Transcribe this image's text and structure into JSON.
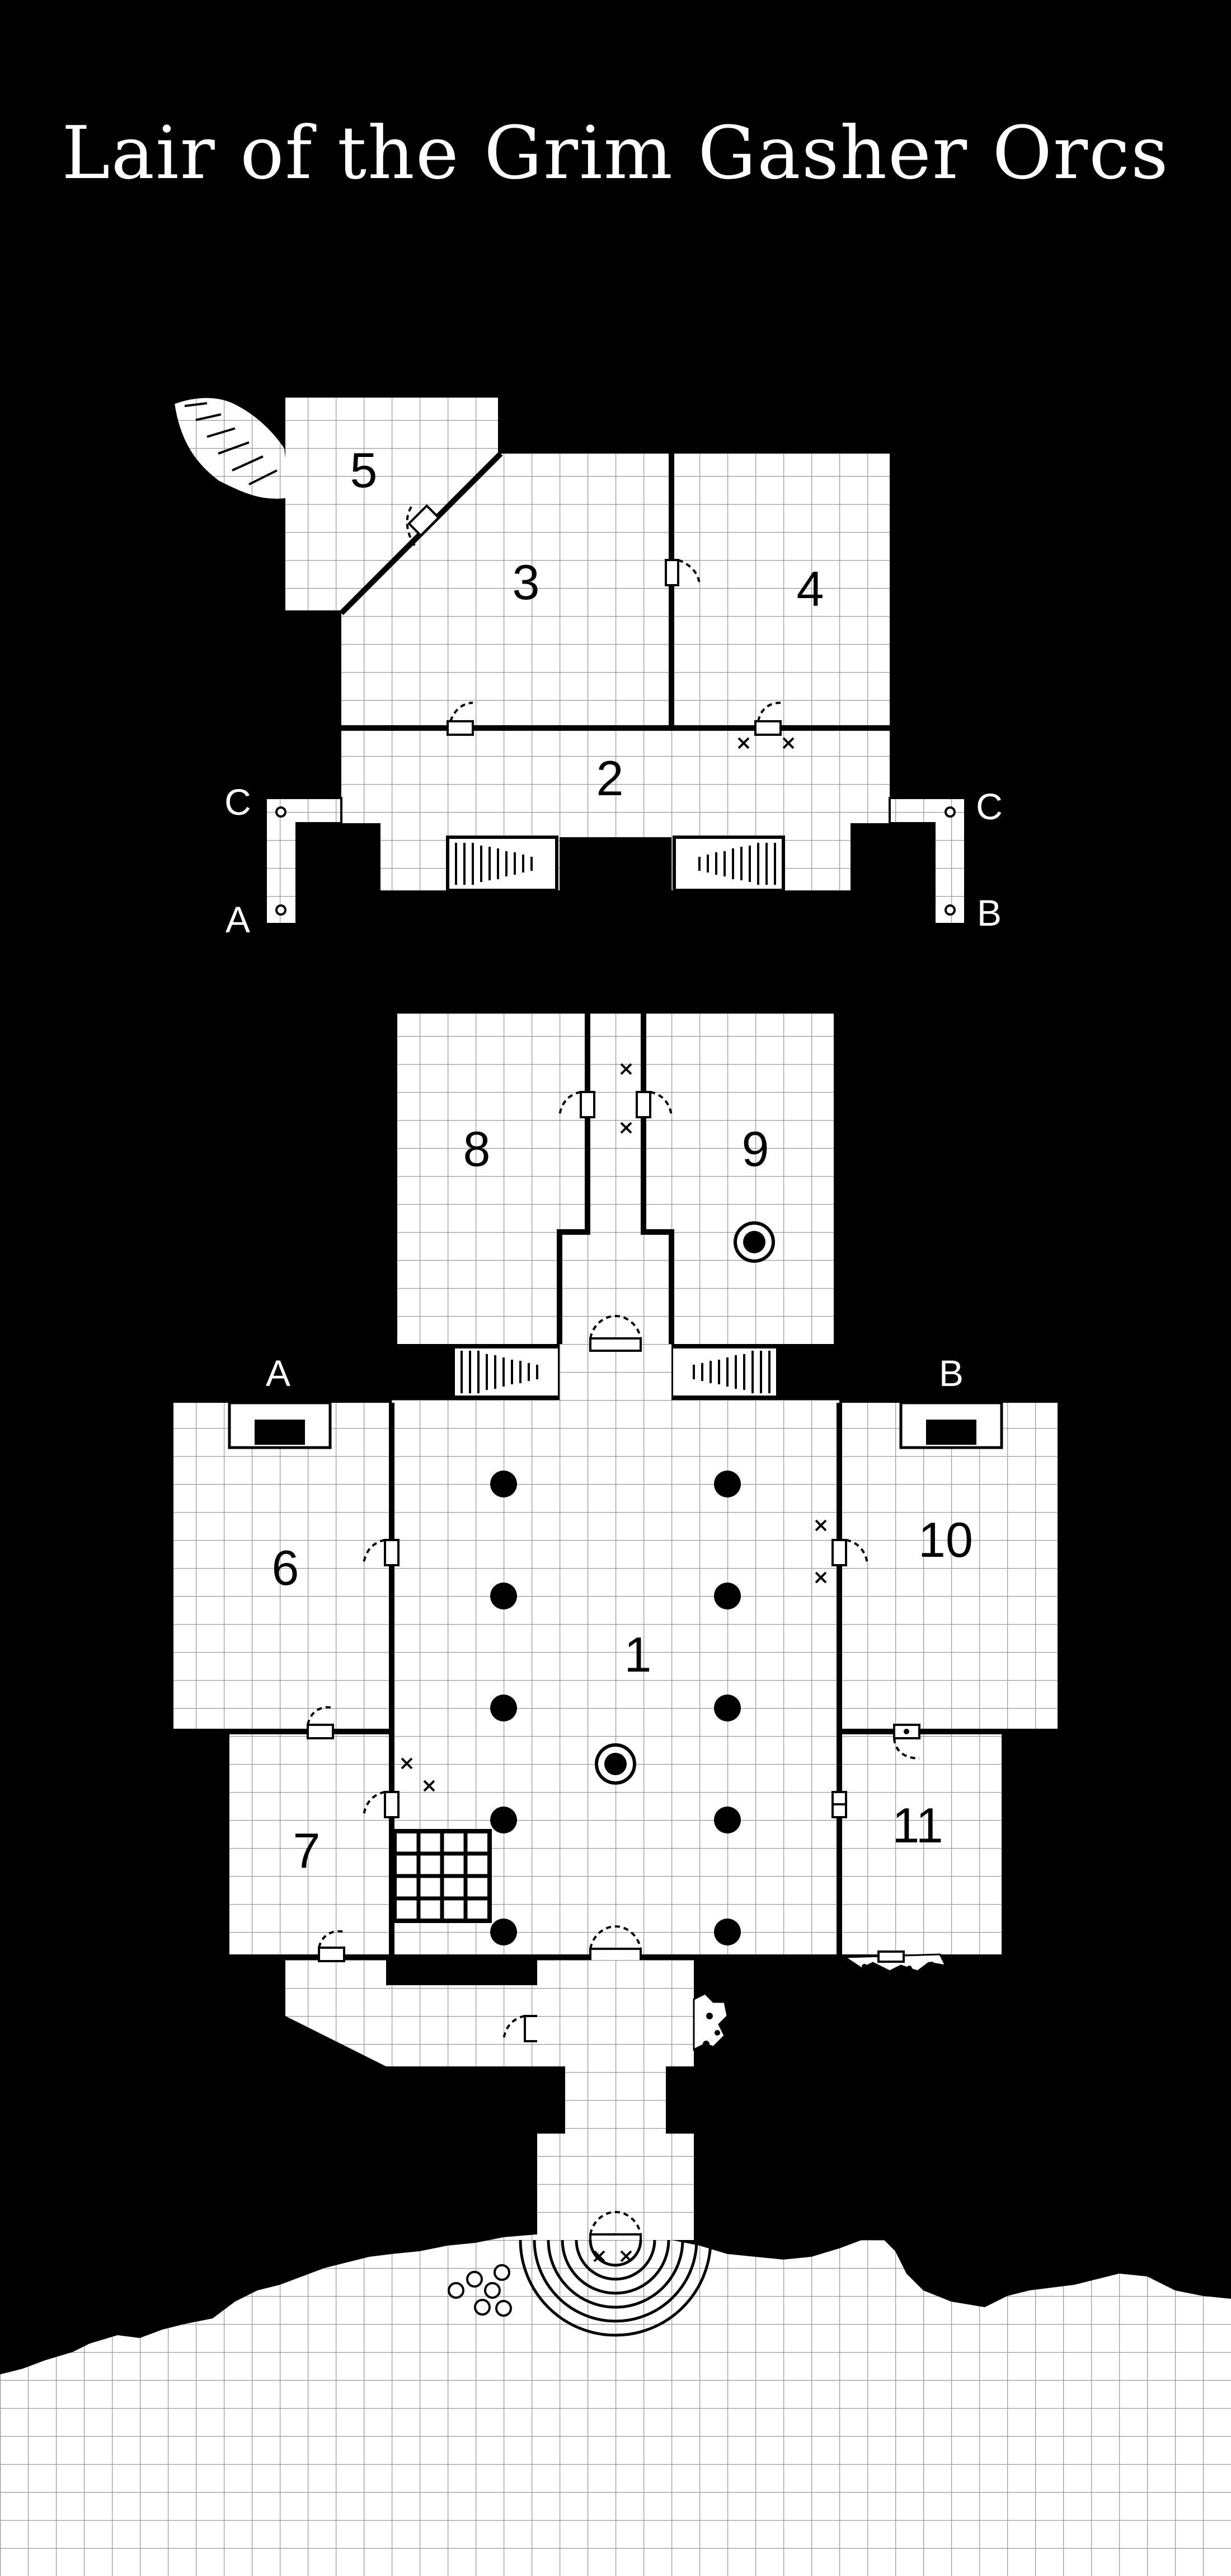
{
  "map": {
    "title": "Lair of the Grim Gasher Orcs",
    "colors": {
      "background": "#000000",
      "floor": "#ffffff",
      "grid": "#9a9a9a",
      "wall": "#000000"
    },
    "rooms": [
      {
        "id": "1",
        "label": "1"
      },
      {
        "id": "2",
        "label": "2"
      },
      {
        "id": "3",
        "label": "3"
      },
      {
        "id": "4",
        "label": "4"
      },
      {
        "id": "5",
        "label": "5"
      },
      {
        "id": "6",
        "label": "6"
      },
      {
        "id": "7",
        "label": "7"
      },
      {
        "id": "8",
        "label": "8"
      },
      {
        "id": "9",
        "label": "9"
      },
      {
        "id": "10",
        "label": "10"
      },
      {
        "id": "11",
        "label": "11"
      }
    ],
    "passage_markers": {
      "upper_left_top": "C",
      "upper_left_bottom": "A",
      "upper_right_top": "C",
      "upper_right_bottom": "B",
      "lower_left": "A",
      "lower_right": "B"
    },
    "features": [
      "door",
      "stairs",
      "pillar",
      "well",
      "trap",
      "portcullis-grate",
      "rubble",
      "boulder",
      "cave-exit",
      "curved-steps"
    ]
  }
}
